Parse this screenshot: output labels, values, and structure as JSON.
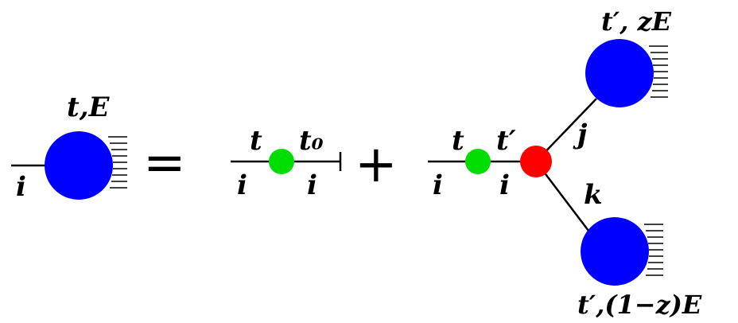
{
  "colors": {
    "blob": "#0000ff",
    "green_vertex": "#00dd00",
    "red_vertex": "#ff0000",
    "line": "#000000"
  },
  "lhs": {
    "index": "i",
    "blob_label": "t,E"
  },
  "equals": "=",
  "plus": "+",
  "term1": {
    "top_left": "t",
    "bottom_left": "i",
    "top_right": "t₀",
    "bottom_right": "i"
  },
  "term2": {
    "top_left": "t",
    "bottom_left": "i",
    "top_mid": "t′",
    "bottom_mid": "i",
    "branch_up": "j",
    "branch_down": "k",
    "upper_blob_label": "t′, zE",
    "lower_blob_label": "t′,(1−z)E"
  }
}
